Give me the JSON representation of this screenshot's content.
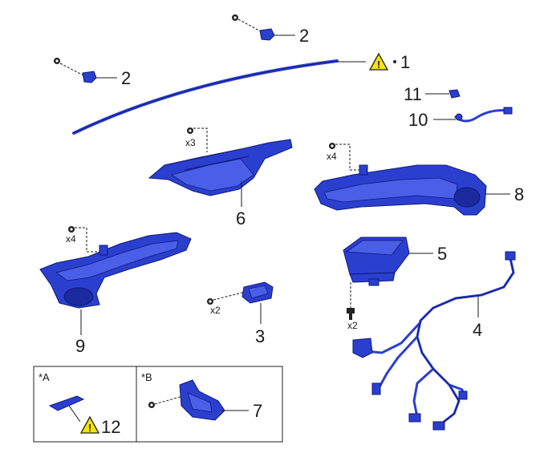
{
  "labels": {
    "p1": "1",
    "p2a": "2",
    "p2b": "2",
    "p3": "3",
    "p4": "4",
    "p5": "5",
    "p6": "6",
    "p7": "7",
    "p8": "8",
    "p9": "9",
    "p10": "10",
    "p11": "11",
    "p12": "12"
  },
  "quantities": {
    "q6": "x3",
    "q8": "x4",
    "q9": "x4",
    "q3": "x2",
    "q5": "x2"
  },
  "inset_tags": {
    "a": "*A",
    "b": "*B"
  },
  "warning_symbol": "!",
  "colors": {
    "part": "#2b3fcf",
    "warning_fill": "#f5e400",
    "line": "#1a1a1a"
  }
}
